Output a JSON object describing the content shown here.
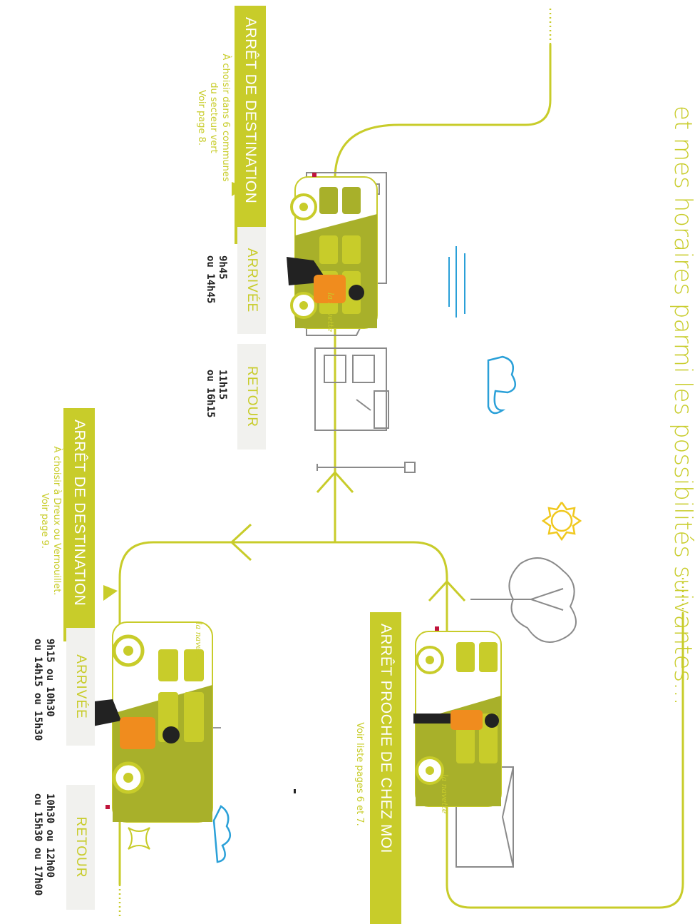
{
  "headline": "et mes horaires parmi les possibilités suivantes...",
  "stops": {
    "dest_green": {
      "title": "ARRÊT DE DESTINATION",
      "lines": [
        "À choisir dans 6 communes",
        "du secteur vert",
        "Voir page 8."
      ],
      "arrival_label": "ARRIVÉE",
      "return_label": "RETOUR",
      "arrival_times": [
        "9h45",
        "ou 14h45"
      ],
      "return_times": [
        "11h15",
        "ou 16h15"
      ]
    },
    "dest_dreux": {
      "title": "ARRÊT DE DESTINATION",
      "lines": [
        "À choisir à Dreux ou Vernouillet.",
        "Voir page 9."
      ],
      "arrival_label": "ARRIVÉE",
      "return_label": "RETOUR",
      "arrival_times": [
        "9h15 ou 10h30",
        "ou 14h15 ou 15h30"
      ],
      "return_times": [
        "10h30 ou 12h00",
        "ou 15h30 ou 17h00"
      ]
    },
    "home": {
      "title": "ARRÊT PROCHE DE CHEZ MOI",
      "lines": [
        "Voir liste pages 6 et 7."
      ]
    }
  },
  "bus_brand": "la navette",
  "colors": {
    "accent": "#c8cc2a",
    "orange": "#f08c1e",
    "blue": "#2aa0d8",
    "grey": "#8a8a8a",
    "red": "#c0143c"
  }
}
